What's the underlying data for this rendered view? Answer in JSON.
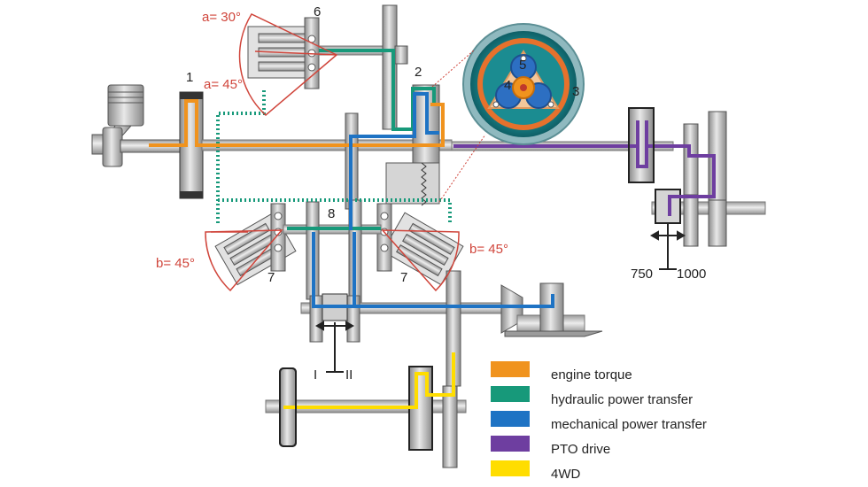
{
  "labels": {
    "n1": "1",
    "n2": "2",
    "n3": "3",
    "n4": "4",
    "n5": "5",
    "n6": "6",
    "n7a": "7",
    "n7b": "7",
    "n8": "8"
  },
  "angles": {
    "a30": "a= 30°",
    "a45": "a= 45°",
    "b45_left": "b= 45°",
    "b45_right": "b= 45°"
  },
  "pto_speeds": {
    "low": "750",
    "high": "1000"
  },
  "range_gears": {
    "low": "I",
    "high": "II"
  },
  "legend": [
    {
      "label": "engine torque",
      "color": "#f0931e"
    },
    {
      "label": "hydraulic power transfer",
      "color": "#17997a"
    },
    {
      "label": "mechanical power transfer",
      "color": "#1e73c4"
    },
    {
      "label": "PTO drive",
      "color": "#6e3ea0"
    },
    {
      "label": "4WD",
      "color": "#ffdd00"
    }
  ],
  "colors": {
    "engine": "#f0931e",
    "hydraulic": "#17997a",
    "mechanical": "#1e73c4",
    "pto": "#6e3ea0",
    "fwd": "#ffdd00",
    "annotation": "#d0453b",
    "metal": "#b4b4b4"
  }
}
